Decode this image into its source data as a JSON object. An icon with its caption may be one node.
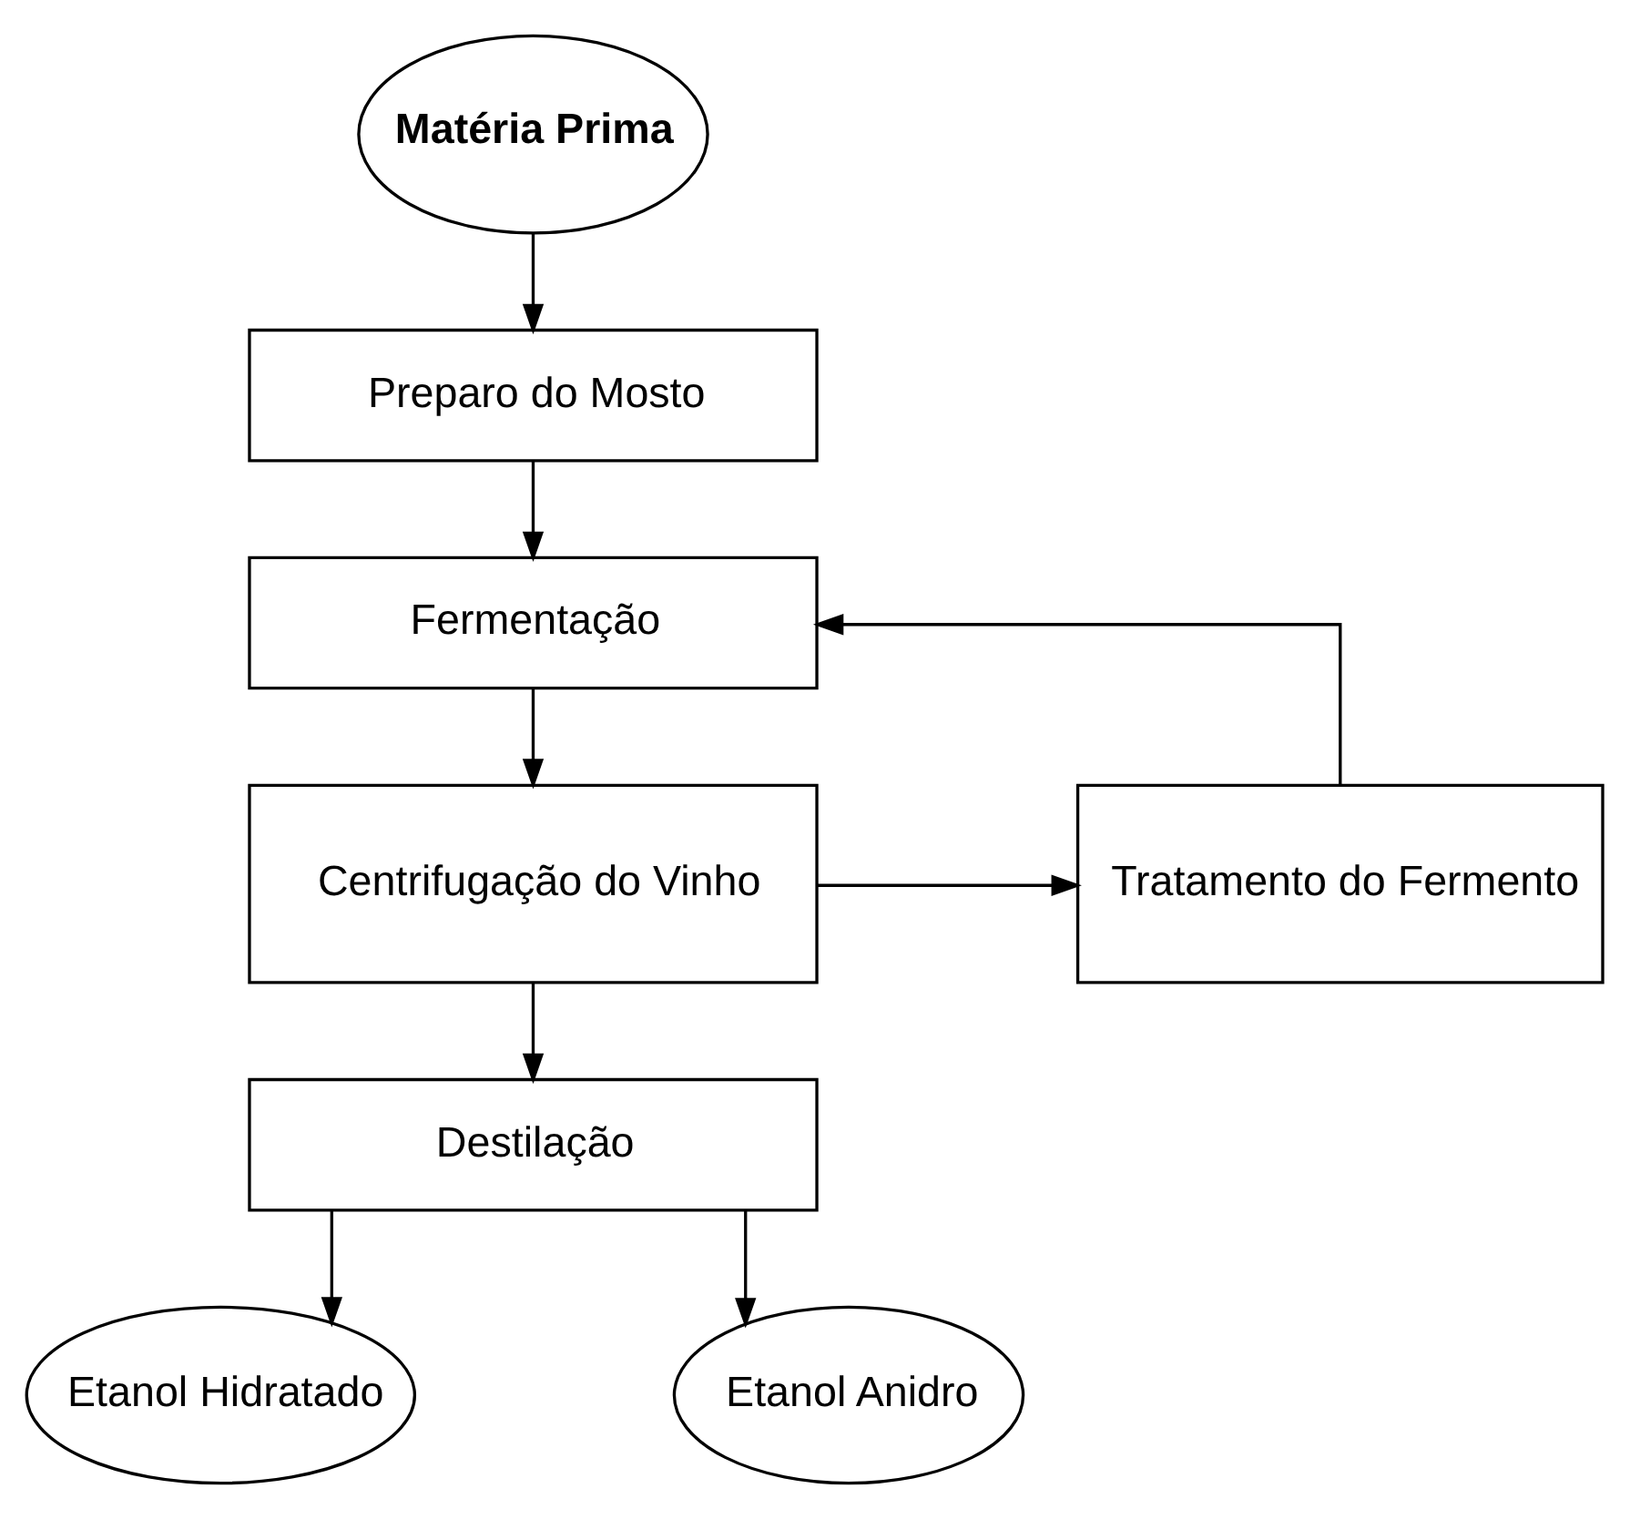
{
  "diagram": {
    "nodes": [
      {
        "text": [
          "Matéria Prima"
        ]
      },
      {
        "text": [
          "Preparo do Mosto"
        ]
      },
      {
        "text": [
          "Fermentação"
        ]
      },
      {
        "text": [
          "Centrifugação do Vinho"
        ]
      },
      {
        "text": [
          "Tratamento do Fermento"
        ]
      },
      {
        "text": [
          "Destilação"
        ]
      },
      {
        "text": [
          "Etanol Hidratado"
        ]
      },
      {
        "text": [
          "Etanol Anidro"
        ]
      }
    ],
    "edges": [
      {
        "from": 0,
        "to": 1,
        "arrow": "to"
      },
      {
        "from": 1,
        "to": 2,
        "arrow": "to"
      },
      {
        "from": 2,
        "to": 3,
        "arrow": "to"
      },
      {
        "from": 3,
        "to": 4,
        "arrow": "to"
      },
      {
        "from": 4,
        "to": 2,
        "arrow": "to"
      },
      {
        "from": 3,
        "to": 5,
        "arrow": "to"
      },
      {
        "from": 5,
        "to": 6,
        "arrow": "to"
      },
      {
        "from": 5,
        "to": 7,
        "arrow": "to"
      }
    ]
  }
}
